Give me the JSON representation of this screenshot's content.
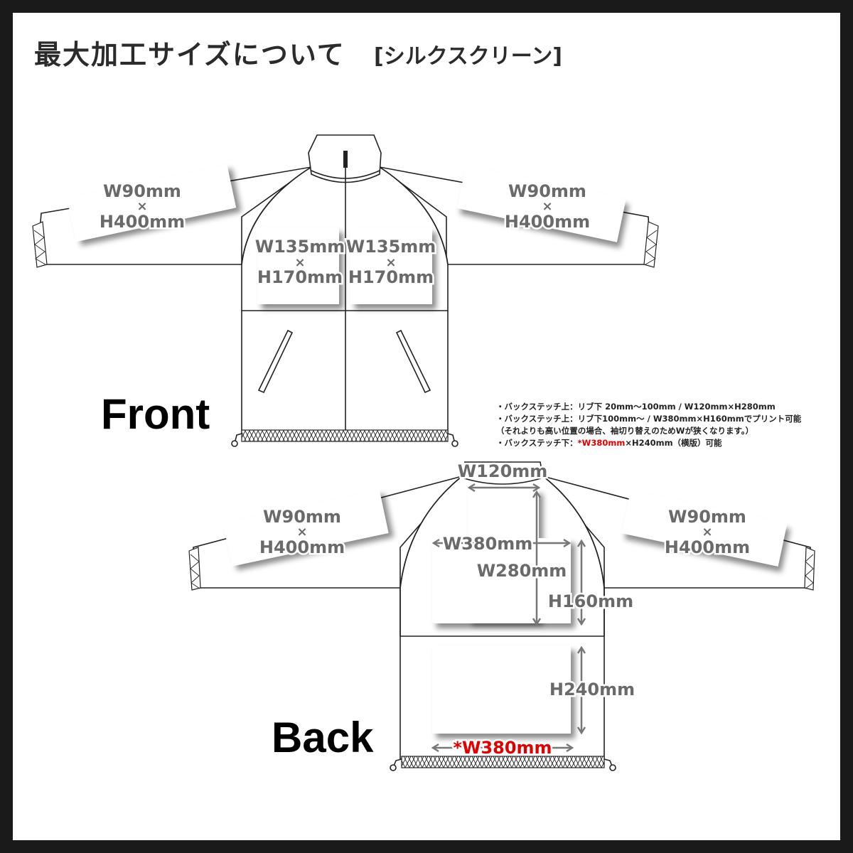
{
  "title": {
    "main": "最大加工サイズについて",
    "sub": "[シルクスクリーン]"
  },
  "front": {
    "label": "Front",
    "left_sleeve": {
      "width": "W90mm",
      "times": "×",
      "height": "H400mm"
    },
    "right_sleeve": {
      "width": "W90mm",
      "times": "×",
      "height": "H400mm"
    },
    "left_chest": {
      "width": "W135mm",
      "times": "×",
      "height": "H170mm"
    },
    "right_chest": {
      "width": "W135mm",
      "times": "×",
      "height": "H170mm"
    }
  },
  "notes": {
    "line1": "・バックステッチ上：リブ下 20mm〜100mm / W120mm×H280mm",
    "line2": "・バックステッチ上：リブ下100mm〜 / W380mm×H160mmでプリント可能",
    "line3": "（それよりも高い位置の場合、袖切り替えのためWが狭くなります。）",
    "line4_prefix": "・バックステッチ下：",
    "line4_red": "*W380mm",
    "line4_suffix": "×H240mm（横版）可能"
  },
  "back": {
    "label": "Back",
    "left_sleeve": {
      "width": "W90mm",
      "times": "×",
      "height": "H400mm"
    },
    "right_sleeve": {
      "width": "W90mm",
      "times": "×",
      "height": "H400mm"
    },
    "neck_width": "W120mm",
    "upper_width": "W380mm",
    "upper_height_tall": "W280mm",
    "upper_height": "H160mm",
    "lower_height": "H240mm",
    "lower_width": "*W380mm"
  },
  "colors": {
    "frame": "#1a1a1a",
    "dimension_text": "#6a6a6a",
    "highlight": "#e00000"
  }
}
